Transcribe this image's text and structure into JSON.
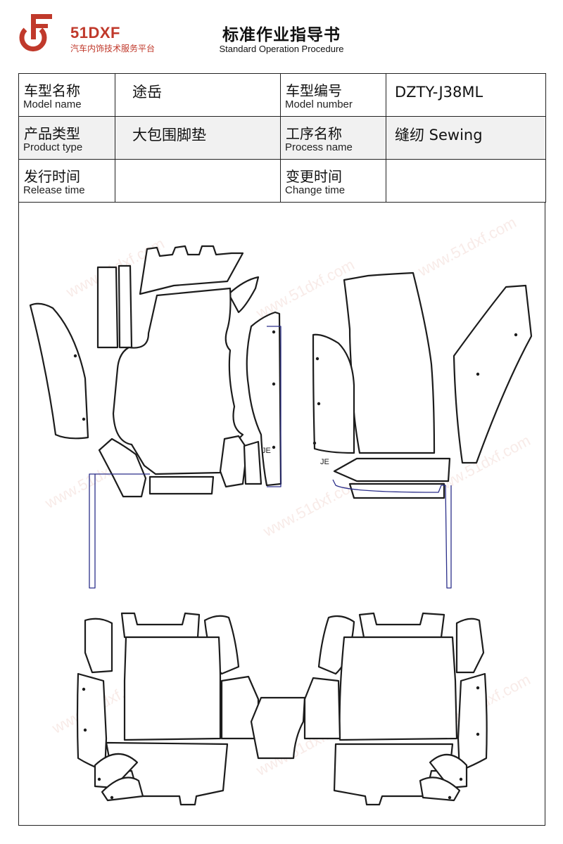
{
  "brand": {
    "name": "51DXF",
    "tagline": "汽车内饰技术服务平台",
    "colors": {
      "brand_red": "#c0392b",
      "outline_blue": "#2b2f8a"
    }
  },
  "header": {
    "title": "标准作业指导书",
    "subtitle": "Standard Operation Procedure"
  },
  "info": {
    "model_name": {
      "label_cn": "车型名称",
      "label_en": "Model name",
      "value": "途岳"
    },
    "model_number": {
      "label_cn": "车型编号",
      "label_en": "Model number",
      "value": "DZTY-J38ML"
    },
    "product_type": {
      "label_cn": "产品类型",
      "label_en": "Product type",
      "value": "大包围脚垫"
    },
    "process_name": {
      "label_cn": "工序名称",
      "label_en": "Process name",
      "value": "缝纫 Sewing"
    },
    "release_time": {
      "label_cn": "发行时间",
      "label_en": "Release time",
      "value": ""
    },
    "change_time": {
      "label_cn": "变更时间",
      "label_en": "Change time",
      "value": ""
    }
  },
  "drawing": {
    "markings": {
      "left_mark": "JE",
      "right_mark": "JE"
    },
    "watermark_text": "www.51dxf.com"
  }
}
